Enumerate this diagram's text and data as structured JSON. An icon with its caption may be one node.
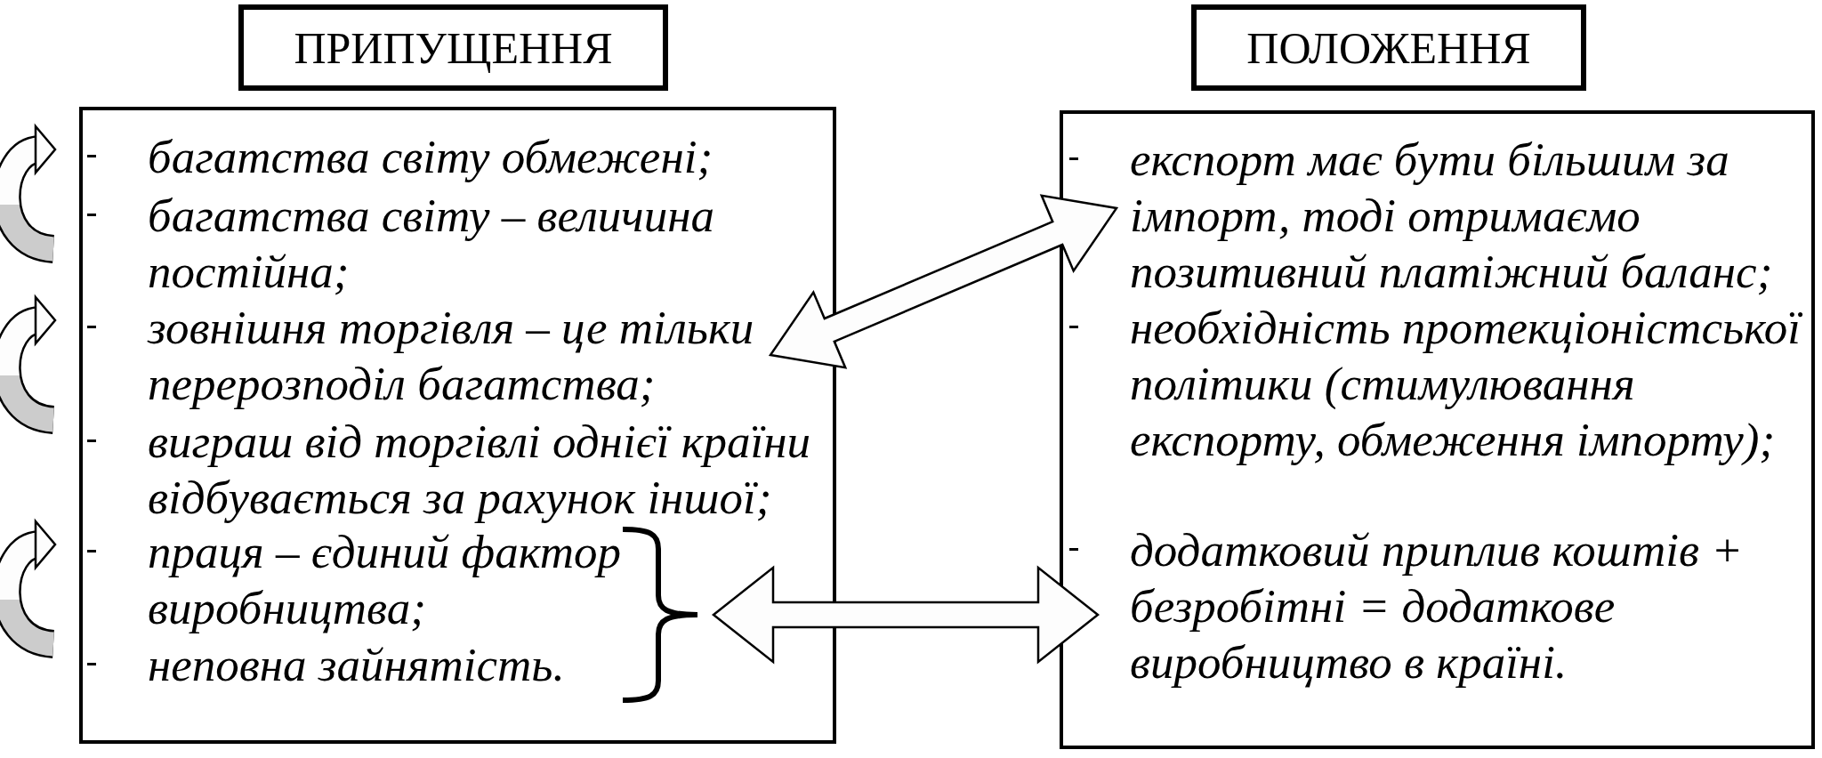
{
  "diagram": {
    "nodes": [
      {
        "text": [
          "ПРИПУЩЕННЯ"
        ]
      },
      {
        "text": [],
        "shape": "box"
      },
      {
        "text": [
          "багатства світу обмежені;"
        ],
        "in": 1
      },
      {
        "text": [
          "багатства світу – величина постійна;"
        ],
        "in": 1
      },
      {
        "text": [
          "зовнішня торгівля – це тільки перерозподіл багатства;"
        ],
        "in": 1
      },
      {
        "text": [
          "виграш від торгівлі однієї країни відбувається за рахунок іншої;"
        ],
        "in": 1
      },
      {
        "text": [
          "праця – єдиний фактор виробництва;"
        ],
        "in": 1
      },
      {
        "text": [
          "неповна зайнятість."
        ],
        "in": 1
      },
      {
        "text": [],
        "shape": "bracket",
        "in": 1
      },
      {
        "text": [
          "ПОЛОЖЕННЯ"
        ]
      },
      {
        "text": [],
        "shape": "box"
      },
      {
        "text": [
          "експорт має бути більшим за імпорт, тоді отримаємо позитивний платіжний баланс;"
        ],
        "in": 10
      },
      {
        "text": [
          "необхідність протекціоністської політики (стимулювання експорту, обмеження імпорту);"
        ],
        "in": 10
      },
      {
        "text": [
          "додатковий приплив коштів + безробітні = додаткове виробництво в країні."
        ],
        "in": 10
      }
    ],
    "edges": [
      {
        "from": 4,
        "to": 11,
        "arrow": "both"
      },
      {
        "from": 8,
        "to": 13,
        "arrow": "both"
      }
    ]
  }
}
